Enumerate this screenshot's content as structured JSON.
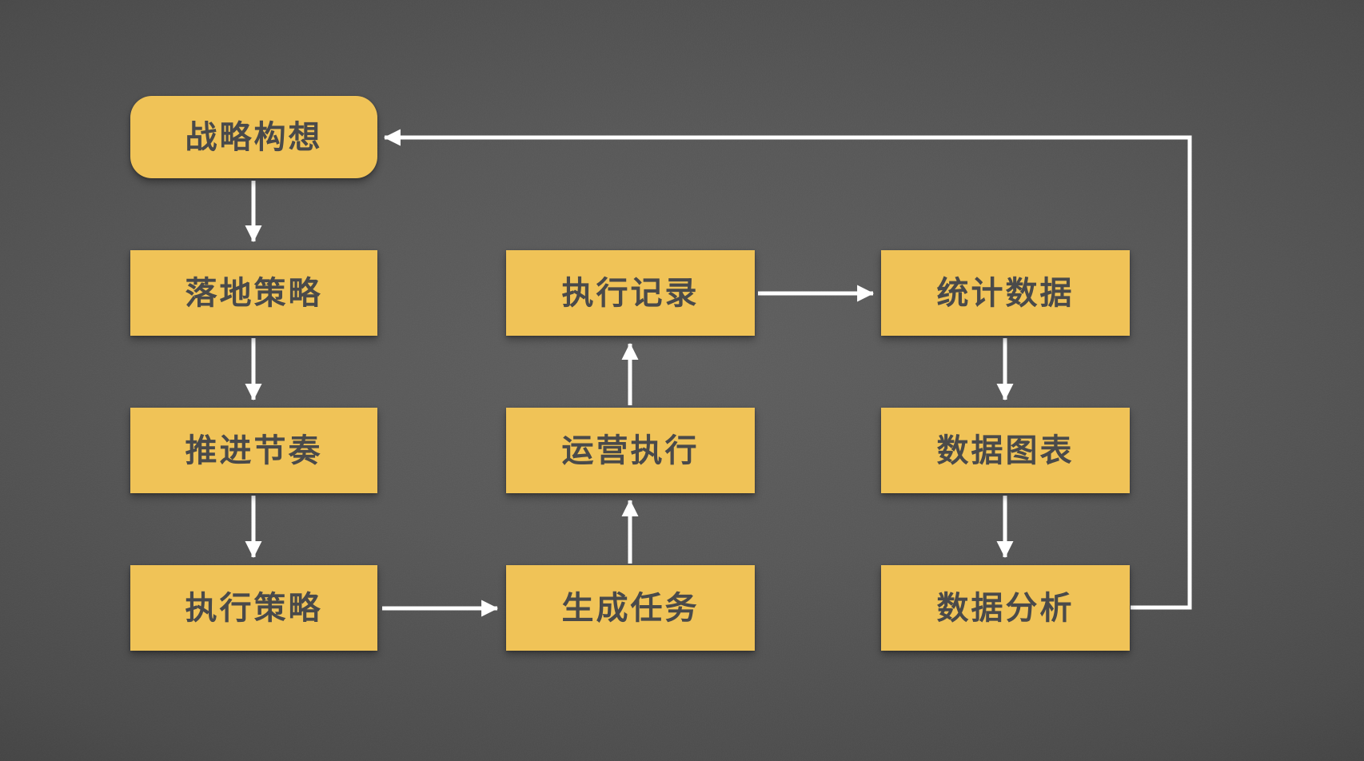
{
  "diagram": {
    "type": "flowchart-cycle",
    "background_style": "dark-gray-vignette"
  },
  "colors": {
    "node_fill": "#F0C357",
    "node_text": "#4A4A4A",
    "arrow_color": "#FFFFFF",
    "bg_center": "#5E5E5E",
    "bg_edge": "#323232"
  },
  "nodes": [
    {
      "id": "strategy-vision",
      "label": "战略构想",
      "shape": "rounded-rectangle"
    },
    {
      "id": "landing-strategy",
      "label": "落地策略",
      "shape": "rectangle"
    },
    {
      "id": "advance-rhythm",
      "label": "推进节奏",
      "shape": "rectangle"
    },
    {
      "id": "execution-strategy",
      "label": "执行策略",
      "shape": "rectangle"
    },
    {
      "id": "execution-record",
      "label": "执行记录",
      "shape": "rectangle"
    },
    {
      "id": "operation-execution",
      "label": "运营执行",
      "shape": "rectangle"
    },
    {
      "id": "generate-tasks",
      "label": "生成任务",
      "shape": "rectangle"
    },
    {
      "id": "statistics-data",
      "label": "统计数据",
      "shape": "rectangle"
    },
    {
      "id": "data-charts",
      "label": "数据图表",
      "shape": "rectangle"
    },
    {
      "id": "data-analysis",
      "label": "数据分析",
      "shape": "rectangle"
    }
  ],
  "edges": [
    {
      "from": "strategy-vision",
      "to": "landing-strategy",
      "direction": "down"
    },
    {
      "from": "landing-strategy",
      "to": "advance-rhythm",
      "direction": "down"
    },
    {
      "from": "advance-rhythm",
      "to": "execution-strategy",
      "direction": "down"
    },
    {
      "from": "execution-strategy",
      "to": "generate-tasks",
      "direction": "right"
    },
    {
      "from": "generate-tasks",
      "to": "operation-execution",
      "direction": "up"
    },
    {
      "from": "operation-execution",
      "to": "execution-record",
      "direction": "up"
    },
    {
      "from": "execution-record",
      "to": "statistics-data",
      "direction": "right"
    },
    {
      "from": "statistics-data",
      "to": "data-charts",
      "direction": "down"
    },
    {
      "from": "data-charts",
      "to": "data-analysis",
      "direction": "down"
    },
    {
      "from": "data-analysis",
      "to": "strategy-vision",
      "direction": "feedback-loop-right-up-left"
    }
  ]
}
